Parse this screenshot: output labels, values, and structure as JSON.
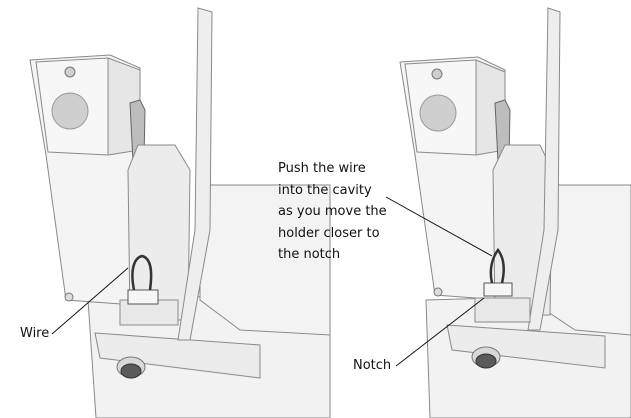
{
  "figure": {
    "panels": [
      {
        "name": "left",
        "description": "wire connector before insertion"
      },
      {
        "name": "right",
        "description": "wire pushed into cavity near notch"
      }
    ],
    "callouts": {
      "wire": "Wire",
      "notch": "Notch",
      "instruction_lines": [
        "Push the wire",
        "into the cavity",
        "as you move the",
        "holder closer to",
        "the notch"
      ]
    },
    "colors": {
      "body_fill": "#f0f0f0",
      "body_shade": "#e2e2e2",
      "outline": "#8a8a8a",
      "lens": "#cfcfcf",
      "wire": "#333333",
      "leader_line": "#111111"
    }
  }
}
